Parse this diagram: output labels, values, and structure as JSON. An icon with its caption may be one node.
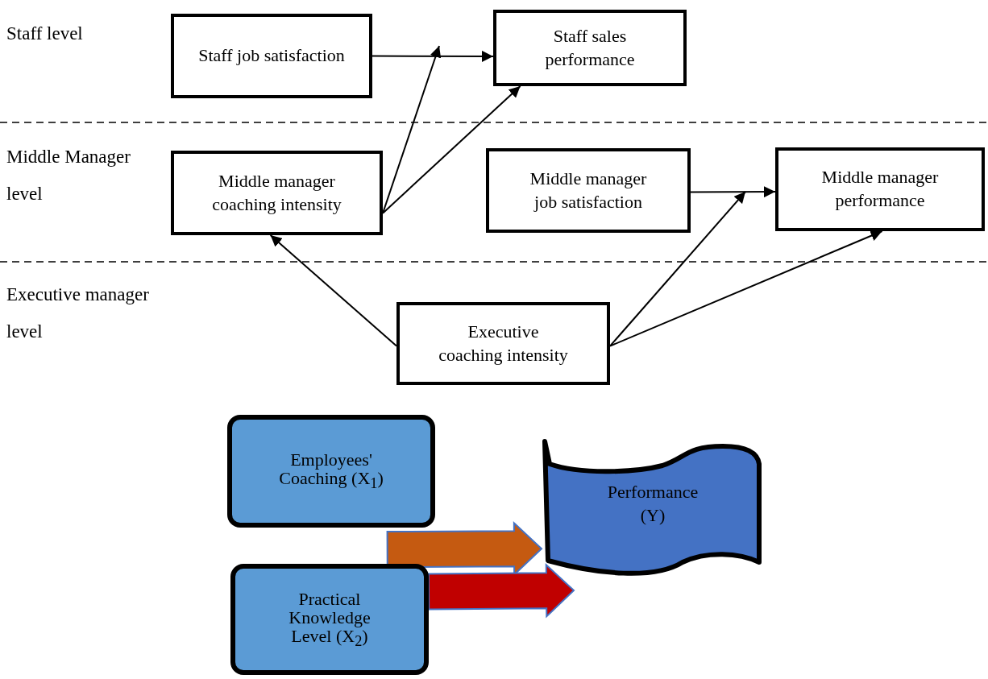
{
  "diagram": {
    "nodes": [
      {
        "text": [
          "Staff job satisfaction"
        ]
      },
      {
        "text": [
          "Staff sales performance"
        ]
      },
      {
        "text": [
          "Middle manager coaching intensity"
        ]
      },
      {
        "text": [
          "Middle manager job satisfaction"
        ]
      },
      {
        "text": [
          "Middle manager performance"
        ]
      },
      {
        "text": [
          "Executive coaching intensity"
        ]
      },
      {
        "text": [
          "Employees' Coaching (X$_{1}$)"
        ]
      },
      {
        "text": [
          "Practical Knowledge Level (X$_{2}$)"
        ]
      },
      {
        "text": [
          "Performance (Y)"
        ]
      }
    ],
    "edges": [
      {
        "from": 0,
        "to": 1,
        "arrow": "to"
      },
      {
        "from": 2,
        "to": null,
        "arrow": "to"
      },
      {
        "from": 2,
        "to": 1,
        "arrow": "to"
      },
      {
        "from": 3,
        "to": 4,
        "arrow": "to"
      },
      {
        "from": 5,
        "to": 2,
        "arrow": "to"
      },
      {
        "from": 5,
        "to": null,
        "arrow": "to"
      },
      {
        "from": 5,
        "to": 4,
        "arrow": "to"
      },
      {
        "from": 6,
        "to": 8,
        "arrow": "to",
        "style": "thick",
        "color": "#c55a11"
      },
      {
        "from": 7,
        "to": 8,
        "arrow": "to",
        "style": "thick",
        "color": "#c00000"
      }
    ],
    "labels": [
      "Staff level",
      "Middle Manager level",
      "Executive manager level"
    ]
  }
}
